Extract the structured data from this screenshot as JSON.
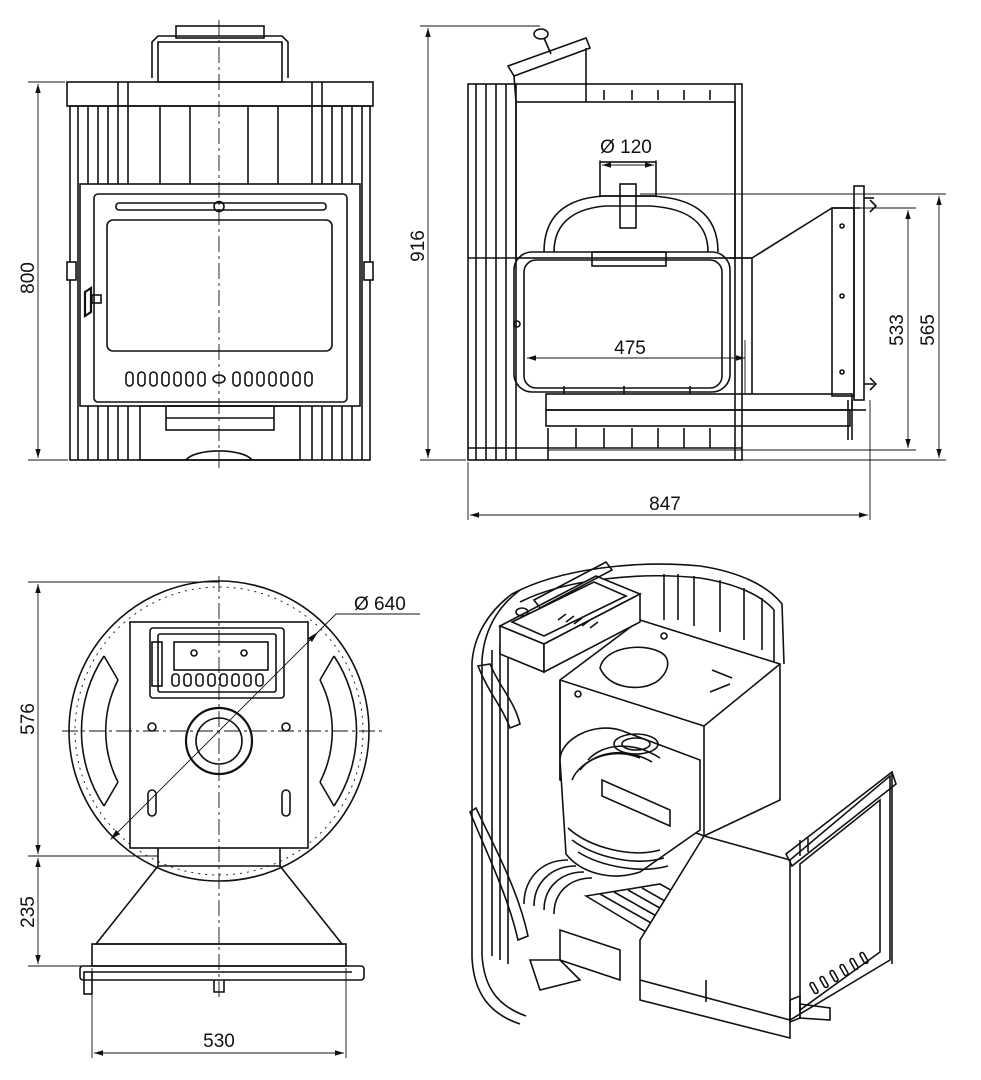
{
  "dimensions": {
    "front_height": "800",
    "side_total_height": "916",
    "flue_diameter": "Ø 120",
    "firebox_depth": "475",
    "door_height_533": "533",
    "door_height_565": "565",
    "total_depth": "847",
    "outer_diameter": "Ø 640",
    "top_view_depth": "576",
    "tunnel_length": "235",
    "tunnel_width": "530"
  },
  "colors": {
    "line": "#111111",
    "background": "#ffffff"
  }
}
